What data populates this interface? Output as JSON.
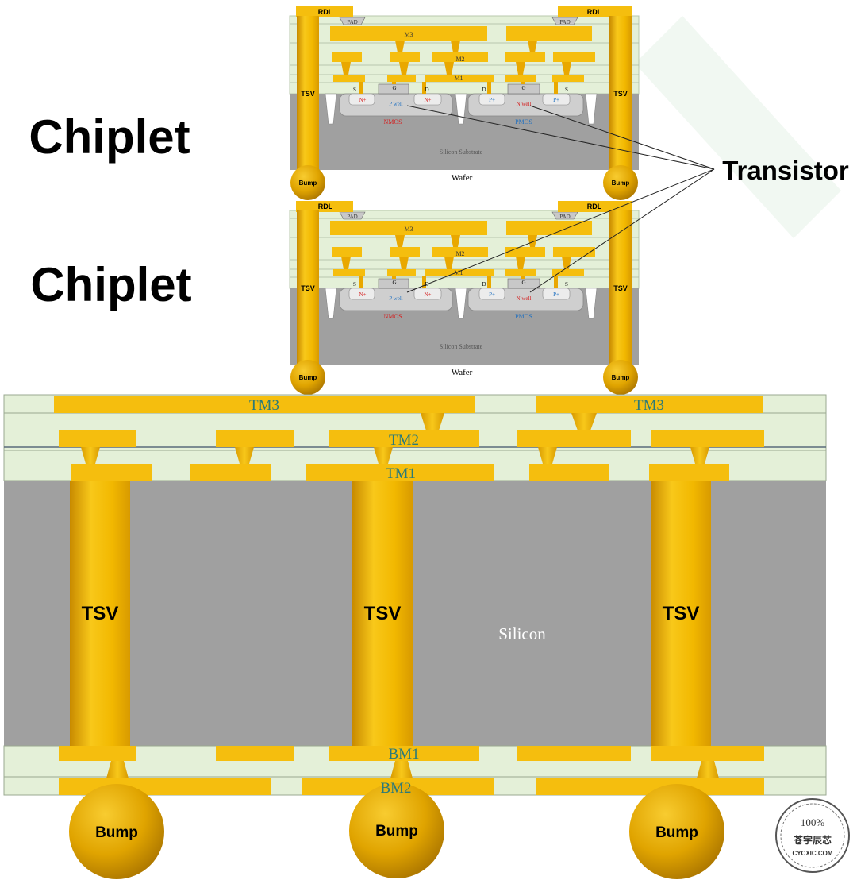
{
  "labels": {
    "chiplet_top": "Chiplet",
    "chiplet_bottom": "Chiplet",
    "transistor": "Transistor",
    "chip_rdl": "RDL",
    "chip_pad": "PAD",
    "chip_m3": "M3",
    "chip_m2": "M2",
    "chip_m1": "M1",
    "chip_tsv": "TSV",
    "chip_s": "S",
    "chip_g": "G",
    "chip_d": "D",
    "chip_nplus": "N+",
    "chip_pplus": "P+",
    "chip_pwell": "P well",
    "chip_nwell": "N well",
    "chip_nmos": "NMOS",
    "chip_pmos": "PMOS",
    "chip_substrate": "Silicon Substrate",
    "chip_wafer": "Wafer",
    "chip_bump": "Bump",
    "int_tm3": "TM3",
    "int_tm2": "TM2",
    "int_tm1": "TM1",
    "int_tsv": "TSV",
    "int_silicon": "Silicon",
    "int_bm1": "BM1",
    "int_bm2": "BM2",
    "int_bump": "Bump"
  },
  "logo": {
    "top": "100%",
    "middle": "苍宇辰芯",
    "bottom": "CYCXIC.COM"
  },
  "colors": {
    "metal": "#f5be0e",
    "layer_green": "#e4f0d8",
    "silicon": "#a0a0a0",
    "silicon_dark": "#999999",
    "label_teal": "#2a7a7a",
    "nmos_red": "#d42020",
    "pmos_blue": "#2070c0"
  }
}
